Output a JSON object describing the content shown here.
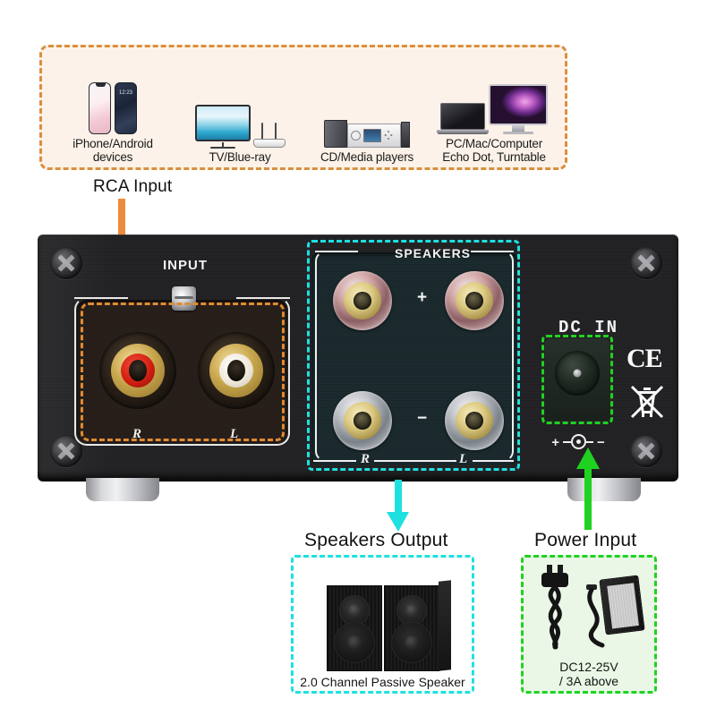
{
  "sources_box": {
    "items": [
      {
        "label": "iPhone/Android\ndevices",
        "icon": "smartphone-icon"
      },
      {
        "label": "TV/Blue-ray",
        "icon": "television-icon"
      },
      {
        "label": "CD/Media players",
        "icon": "cd-player-icon"
      },
      {
        "label": "PC/Mac/Computer\nEcho Dot, Turntable",
        "icon": "computer-icon"
      }
    ],
    "border_color": "#d98f3f",
    "fill_color": "#fdf2e9"
  },
  "callouts": {
    "rca": {
      "title": "RCA Input",
      "arrow_color": "#ed8b3c",
      "arrow_direction": "down"
    },
    "speakers": {
      "title": "Speakers Output",
      "arrow_color": "#1fe0e0",
      "arrow_direction": "down"
    },
    "power": {
      "title": "Power Input",
      "arrow_color": "#1fd221",
      "arrow_direction": "up"
    }
  },
  "amplifier": {
    "input_section": {
      "label": "INPUT",
      "jack_right_label": "R",
      "jack_left_label": "L",
      "jack_right_color": "#d11f12",
      "jack_left_color": "#efe8da",
      "highlight_color": "#e08a33"
    },
    "speakers_section": {
      "label": "SPEAKERS",
      "positive_symbol": "+",
      "negative_symbol": "−",
      "channel_right_label": "R",
      "channel_left_label": "L",
      "highlight_color": "#1fe0e0"
    },
    "power_section": {
      "label": "DC IN",
      "polarity_left": "+",
      "polarity_right": "−",
      "highlight_color": "#1fd221"
    },
    "marks": {
      "ce": "CE",
      "weee": "weee-bin-icon"
    }
  },
  "speakers_callout": {
    "caption": "2.0 Channel Passive Speaker",
    "border_color": "#1fe0e0"
  },
  "power_callout": {
    "caption": "DC12-25V\n/ 3A above",
    "border_color": "#1fd221",
    "fill_color": "#eaf7e6"
  }
}
